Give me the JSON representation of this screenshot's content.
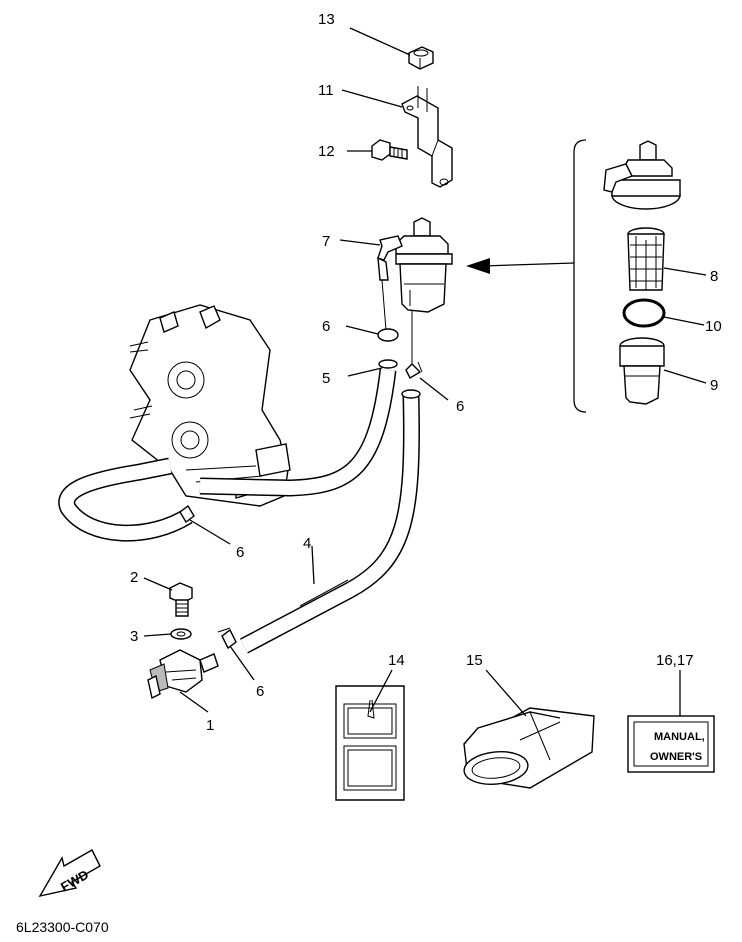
{
  "callouts": {
    "c1": "1",
    "c2": "2",
    "c3": "3",
    "c4": "4",
    "c5": "5",
    "c6a": "6",
    "c6b": "6",
    "c6c": "6",
    "c6d": "6",
    "c7": "7",
    "c8": "8",
    "c9": "9",
    "c10": "10",
    "c11": "11",
    "c12": "12",
    "c13": "13",
    "c14": "14",
    "c15": "15",
    "c16_17": "16,17"
  },
  "manual_label": {
    "line1": "MANUAL,",
    "line2": "OWNER'S"
  },
  "fwd_label": "FWD",
  "drawing_code": "6L23300-C070"
}
